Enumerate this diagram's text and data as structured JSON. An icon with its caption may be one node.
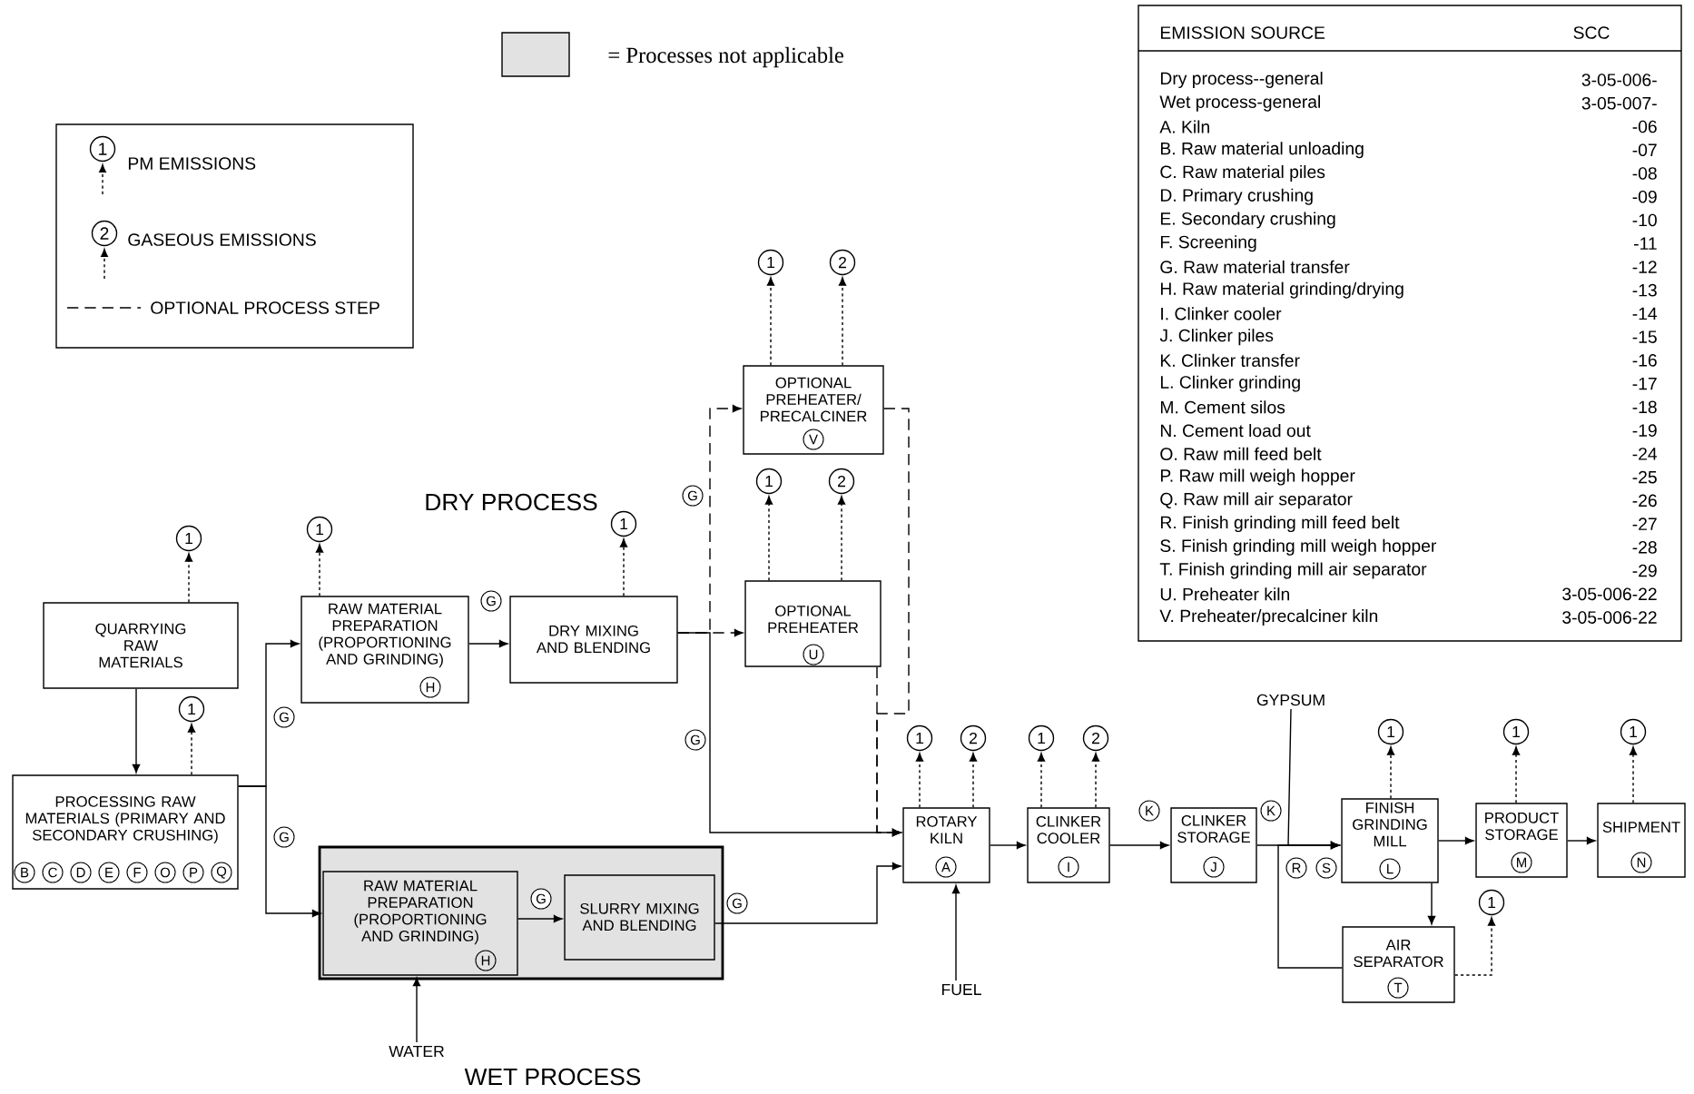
{
  "diagram": {
    "nodes": [
      {
        "text": [
          "QUARRYING RAW MATERIALS"
        ]
      },
      {
        "text": [
          "PROCESSING RAW MATERIALS (PRIMARY AND SECONDARY CRUSHING)",
          "B",
          "C",
          "D",
          "E",
          "F",
          "O",
          "P",
          "Q"
        ]
      },
      {
        "text": [
          "RAW MATERIAL PREPARATION (PROPORTIONING AND GRINDING)",
          "H"
        ]
      },
      {
        "text": [
          "DRY MIXING AND BLENDING"
        ]
      },
      {
        "text": [
          "OPTIONAL PREHEATER/ PRECALCINER",
          "V"
        ]
      },
      {
        "text": [
          "OPTIONAL PREHEATER",
          "U"
        ]
      },
      {
        "text": [],
        "shape": "box"
      },
      {
        "text": [
          "RAW MATERIAL PREPARATION (PROPORTIONING AND GRINDING)",
          "H"
        ],
        "in": 6
      },
      {
        "text": [
          "SLURRY MIXING AND BLENDING"
        ],
        "in": 6
      },
      {
        "text": [
          "ROTARY KILN",
          "A"
        ]
      },
      {
        "text": [
          "CLINKER COOLER",
          "I"
        ]
      },
      {
        "text": [
          "CLINKER STORAGE",
          "J"
        ]
      },
      {
        "text": [
          "FINISH GRINDING MILL",
          "L"
        ]
      },
      {
        "text": [
          "PRODUCT STORAGE",
          "M"
        ]
      },
      {
        "text": [
          "SHIPMENT",
          "N"
        ]
      },
      {
        "text": [
          "AIR SEPARATOR",
          "T"
        ]
      },
      {
        "text": [
          "WATER"
        ]
      },
      {
        "text": [
          "FUEL"
        ]
      },
      {
        "text": [
          "GYPSUM"
        ]
      },
      {
        "text": [
          "1"
        ]
      },
      {
        "text": [
          "1"
        ]
      },
      {
        "text": [
          "1"
        ]
      },
      {
        "text": [
          "1"
        ]
      },
      {
        "text": [
          "1"
        ]
      },
      {
        "text": [
          "2"
        ]
      },
      {
        "text": [
          "1"
        ]
      },
      {
        "text": [
          "2"
        ]
      },
      {
        "text": [
          "1"
        ]
      },
      {
        "text": [
          "2"
        ]
      },
      {
        "text": [
          "1"
        ]
      },
      {
        "text": [
          "2"
        ]
      },
      {
        "text": [
          "1"
        ]
      },
      {
        "text": [
          "1"
        ]
      },
      {
        "text": [
          "1"
        ]
      },
      {
        "text": [
          "1"
        ]
      }
    ],
    "edges": [
      {
        "from": 0,
        "to": 1,
        "arrow": "to"
      },
      {
        "from": 1,
        "to": 2,
        "arrow": "to",
        "label": "G"
      },
      {
        "from": 1,
        "to": 7,
        "arrow": "to",
        "label": "G"
      },
      {
        "from": 2,
        "to": 3,
        "arrow": "to",
        "label": "G"
      },
      {
        "from": 3,
        "to": 5,
        "arrow": "to",
        "style": "dashed"
      },
      {
        "from": 3,
        "to": 4,
        "arrow": "to",
        "style": "dashed",
        "label": "G"
      },
      {
        "from": 3,
        "to": 9,
        "arrow": "to",
        "label": "G"
      },
      {
        "from": 5,
        "to": 9,
        "arrow": "to",
        "style": "dashed"
      },
      {
        "from": 4,
        "to": 9,
        "arrow": "to",
        "style": "dashed"
      },
      {
        "from": 16,
        "to": 7,
        "arrow": "to"
      },
      {
        "from": 7,
        "to": 8,
        "arrow": "to",
        "label": "G"
      },
      {
        "from": 8,
        "to": 9,
        "arrow": "to",
        "label": "G"
      },
      {
        "from": 17,
        "to": 9,
        "arrow": "to"
      },
      {
        "from": 9,
        "to": 10,
        "arrow": "to"
      },
      {
        "from": 10,
        "to": 11,
        "arrow": "to",
        "label": "K"
      },
      {
        "from": 11,
        "to": 12,
        "arrow": "to",
        "label": "K"
      },
      {
        "from": 18,
        "to": 12,
        "arrow": "to"
      },
      {
        "from": 12,
        "to": 15,
        "arrow": "to"
      },
      {
        "from": 15,
        "to": 12,
        "arrow": "to"
      },
      {
        "from": 12,
        "to": 13,
        "arrow": "to"
      },
      {
        "from": 13,
        "to": 14,
        "arrow": "to"
      },
      {
        "from": 0,
        "to": 19,
        "arrow": "to",
        "style": "dashed"
      },
      {
        "from": 1,
        "to": 20,
        "arrow": "to",
        "style": "dashed"
      },
      {
        "from": 2,
        "to": 21,
        "arrow": "to",
        "style": "dashed"
      },
      {
        "from": 3,
        "to": 22,
        "arrow": "to",
        "style": "dashed"
      },
      {
        "from": 4,
        "to": 23,
        "arrow": "to",
        "style": "dashed"
      },
      {
        "from": 4,
        "to": 24,
        "arrow": "to",
        "style": "dashed"
      },
      {
        "from": 5,
        "to": 25,
        "arrow": "to",
        "style": "dashed"
      },
      {
        "from": 5,
        "to": 26,
        "arrow": "to",
        "style": "dashed"
      },
      {
        "from": 9,
        "to": 27,
        "arrow": "to",
        "style": "dashed"
      },
      {
        "from": 9,
        "to": 28,
        "arrow": "to",
        "style": "dashed"
      },
      {
        "from": 10,
        "to": 29,
        "arrow": "to",
        "style": "dashed"
      },
      {
        "from": 10,
        "to": 30,
        "arrow": "to",
        "style": "dashed"
      },
      {
        "from": 12,
        "to": 31,
        "arrow": "to",
        "style": "dashed"
      },
      {
        "from": 13,
        "to": 32,
        "arrow": "to",
        "style": "dashed"
      },
      {
        "from": 14,
        "to": 33,
        "arrow": "to",
        "style": "dashed"
      },
      {
        "from": 15,
        "to": 34,
        "arrow": "to",
        "style": "dashed"
      }
    ],
    "labels": [
      "DRY PROCESS",
      "WET PROCESS",
      "R",
      "S",
      "1",
      "2",
      "EMISSION SOURCE",
      "SCC",
      "Dry process--general",
      "3-05-006-",
      "Wet process-general",
      "3-05-007-",
      "A. Kiln",
      "-06",
      "B. Raw material unloading",
      "-07",
      "C. Raw material piles",
      "-08",
      "D. Primary crushing",
      "-09",
      "E. Secondary crushing",
      "-10",
      "F. Screening",
      "-11",
      "G. Raw material transfer",
      "-12",
      "H. Raw material grinding/drying",
      "-13",
      "I. Clinker cooler",
      "-14",
      "J. Clinker piles",
      "-15",
      "K. Clinker transfer",
      "-16",
      "L. Clinker grinding",
      "-17",
      "M. Cement silos",
      "-18",
      "N. Cement load out",
      "-19",
      "O. Raw mill feed belt",
      "-24",
      "P. Raw mill weigh hopper",
      "-25",
      "Q. Raw mill air separator",
      "-26",
      "R. Finish grinding mill feed belt",
      "-27",
      "S. Finish grinding mill weigh hopper",
      "-28",
      "T. Finish grinding mill air separator",
      "-29",
      "U. Preheater kiln",
      "3-05-006-22",
      "V. Preheater/precalciner kiln",
      "3-05-006-22"
    ],
    "legend": [
      {
        "text": "= Processes not applicable",
        "color": "#e2e2e2"
      },
      {
        "text": "PM EMISSIONS"
      },
      {
        "text": "GASEOUS EMISSIONS"
      },
      {
        "text": "OPTIONAL PROCESS STEP"
      }
    ]
  }
}
